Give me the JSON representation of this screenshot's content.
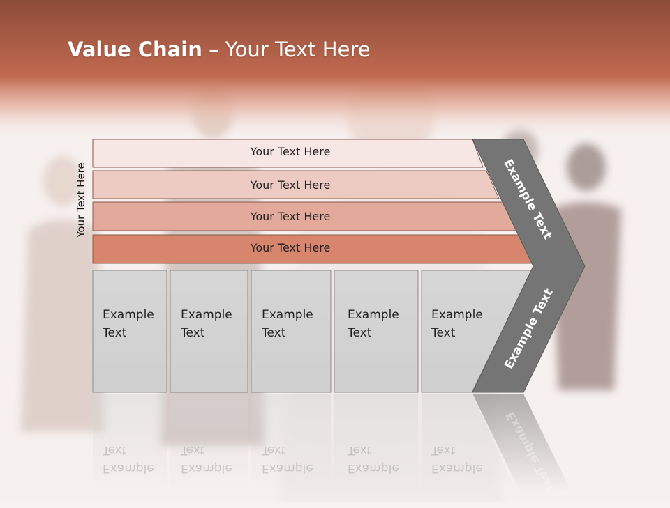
{
  "slide": {
    "title_bold": "Value Chain",
    "title_rest": " – Your Text Here",
    "vertical_label": "Your Text Here"
  },
  "bands": [
    {
      "label": "Your Text Here",
      "fill": "#f6e7e4"
    },
    {
      "label": "Your Text Here",
      "fill": "#eecbc2"
    },
    {
      "label": "Your Text Here",
      "fill": "#e3aa9b"
    },
    {
      "label": "Your Text Here",
      "fill": "#d7856c"
    }
  ],
  "boxes": [
    {
      "label": "Example\nText"
    },
    {
      "label": "Example\nText"
    },
    {
      "label": "Example\nText"
    },
    {
      "label": "Example\nText"
    },
    {
      "label": "Example\nText"
    }
  ],
  "chevron": {
    "upper_label": "Example Text",
    "lower_label": "Example Text",
    "fill": "#757575"
  },
  "colors": {
    "header_top": "#8c4c39",
    "header_mid": "#c8725a",
    "box_fill": "#d4d4d4",
    "band_border": "#8b5a4d"
  }
}
